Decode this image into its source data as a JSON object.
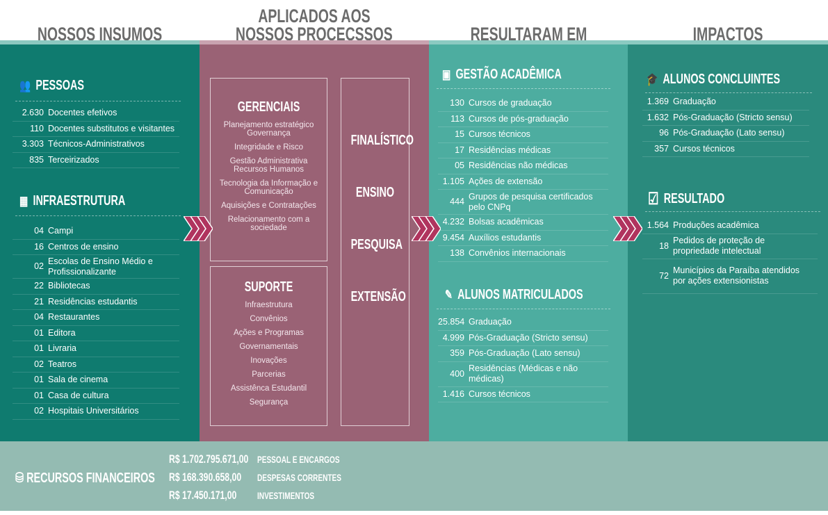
{
  "headers": {
    "insumos": "NOSSOS INSUMOS",
    "processos_1": "APLICADOS AOS",
    "processos_2": "NOSSOS PROCECSSOS",
    "resultaram": "RESULTARAM EM",
    "impactos": "IMPACTOS"
  },
  "colors": {
    "insumos": "#0f7b6f",
    "processos": "#9a6275",
    "resultados": "#4dada0",
    "impactos": "#2a8a7d",
    "financeiro": "#94bbb2",
    "arrow": "#b0345e"
  },
  "pessoas": {
    "title": "PESSOAS",
    "items": [
      {
        "n": "2.630",
        "l": "Docentes efetivos"
      },
      {
        "n": "110",
        "l": "Docentes substitutos e visitantes"
      },
      {
        "n": "3.303",
        "l": "Técnicos-Administrativos"
      },
      {
        "n": "835",
        "l": "Terceirizados"
      }
    ]
  },
  "infra": {
    "title": "INFRAESTRUTURA",
    "items": [
      {
        "n": "04",
        "l": "Campi"
      },
      {
        "n": "16",
        "l": "Centros de ensino"
      },
      {
        "n": "02",
        "l": "Escolas de Ensino Médio e Profissionalizante"
      },
      {
        "n": "22",
        "l": "Bibliotecas"
      },
      {
        "n": "21",
        "l": "Residências estudantis"
      },
      {
        "n": "04",
        "l": "Restaurantes"
      },
      {
        "n": "01",
        "l": "Editora"
      },
      {
        "n": "01",
        "l": "Livraria"
      },
      {
        "n": "02",
        "l": "Teatros"
      },
      {
        "n": "01",
        "l": "Sala de cinema"
      },
      {
        "n": "01",
        "l": "Casa de cultura"
      },
      {
        "n": "02",
        "l": "Hospitais Universitários"
      }
    ]
  },
  "gerenciais": {
    "title": "GERENCIAIS",
    "items": [
      "Planejamento estratégico Governança",
      "Integridade e Risco",
      "Gestão Administrativa Recursos Humanos",
      "Tecnologia da Informação e Comunicação",
      "Aquisições e Contratações",
      "Relacionamento com a sociedade"
    ]
  },
  "suporte": {
    "title": "SUPORTE",
    "items": [
      "Infraestrutura",
      "Convênios",
      "Ações e Programas",
      "Governamentais",
      "Inovações",
      "Parcerias",
      "Assistênca Estudantil",
      "Segurança"
    ]
  },
  "finalistico": {
    "title": "FINALÍSTICO",
    "items": [
      "ENSINO",
      "PESQUISA",
      "EXTENSÃO"
    ]
  },
  "gestao": {
    "title": "GESTÃO ACADÊMICA",
    "items": [
      {
        "n": "130",
        "l": "Cursos de graduação"
      },
      {
        "n": "113",
        "l": "Cursos de pós-graduação"
      },
      {
        "n": "15",
        "l": "Cursos técnicos"
      },
      {
        "n": "17",
        "l": "Residências médicas"
      },
      {
        "n": "05",
        "l": "Residências não médicas"
      },
      {
        "n": "1.105",
        "l": "Ações de extensão"
      },
      {
        "n": "444",
        "l": "Grupos de pesquisa certificados pelo CNPq"
      },
      {
        "n": "4.232",
        "l": "Bolsas acadêmicas"
      },
      {
        "n": "9.454",
        "l": "Auxílios estudantis"
      },
      {
        "n": "138",
        "l": "Convênios internacionais"
      }
    ]
  },
  "matriculados": {
    "title": "ALUNOS MATRICULADOS",
    "items": [
      {
        "n": "25.854",
        "l": "Graduação"
      },
      {
        "n": "4.999",
        "l": "Pós-Graduação (Stricto sensu)"
      },
      {
        "n": "359",
        "l": "Pós-Graduação (Lato sensu)"
      },
      {
        "n": "400",
        "l": "Residências (Médicas e não médicas)"
      },
      {
        "n": "1.416",
        "l": "Cursos técnicos"
      }
    ]
  },
  "concluintes": {
    "title": "ALUNOS CONCLUINTES",
    "items": [
      {
        "n": "1.369",
        "l": "Graduação"
      },
      {
        "n": "1.632",
        "l": "Pós-Graduação (Stricto sensu)"
      },
      {
        "n": "96",
        "l": "Pós-Graduação (Lato sensu)"
      },
      {
        "n": "357",
        "l": "Cursos técnicos"
      }
    ]
  },
  "resultado": {
    "title": "RESULTADO",
    "items": [
      {
        "n": "1.564",
        "l": "Produções acadêmica"
      },
      {
        "n": "18",
        "l": "Pedidos de proteção de propriedade intelectual"
      },
      {
        "n": "72",
        "l": "Municípios da Paraíba atendidos por ações extensionistas"
      }
    ]
  },
  "financeiro": {
    "title": "RECURSOS FINANCEIROS",
    "items": [
      {
        "v": "R$ 1.702.795.671,00",
        "l": "PESSOAL E ENCARGOS"
      },
      {
        "v": "R$ 168.390.658,00",
        "l": "DESPESAS CORRENTES"
      },
      {
        "v": "R$ 17.450.171,00",
        "l": "INVESTIMENTOS"
      }
    ]
  }
}
